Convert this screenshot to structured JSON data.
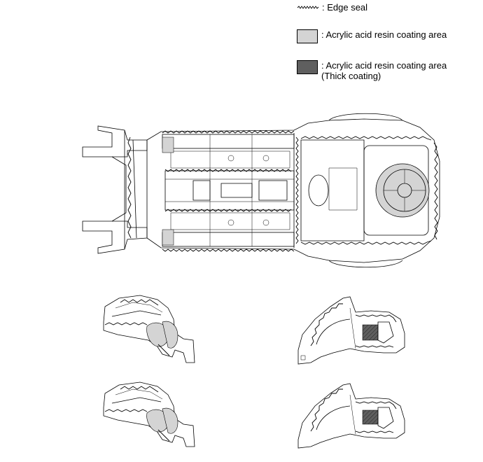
{
  "legend": {
    "edge_seal": {
      "label": ": Edge seal"
    },
    "coating": {
      "label": ": Acrylic acid resin coating area",
      "color": "#d4d4d4"
    },
    "thick_coating": {
      "label": ": Acrylic acid resin coating area",
      "sublabel": "(Thick coating)",
      "color": "#5f5f5f"
    }
  }
}
